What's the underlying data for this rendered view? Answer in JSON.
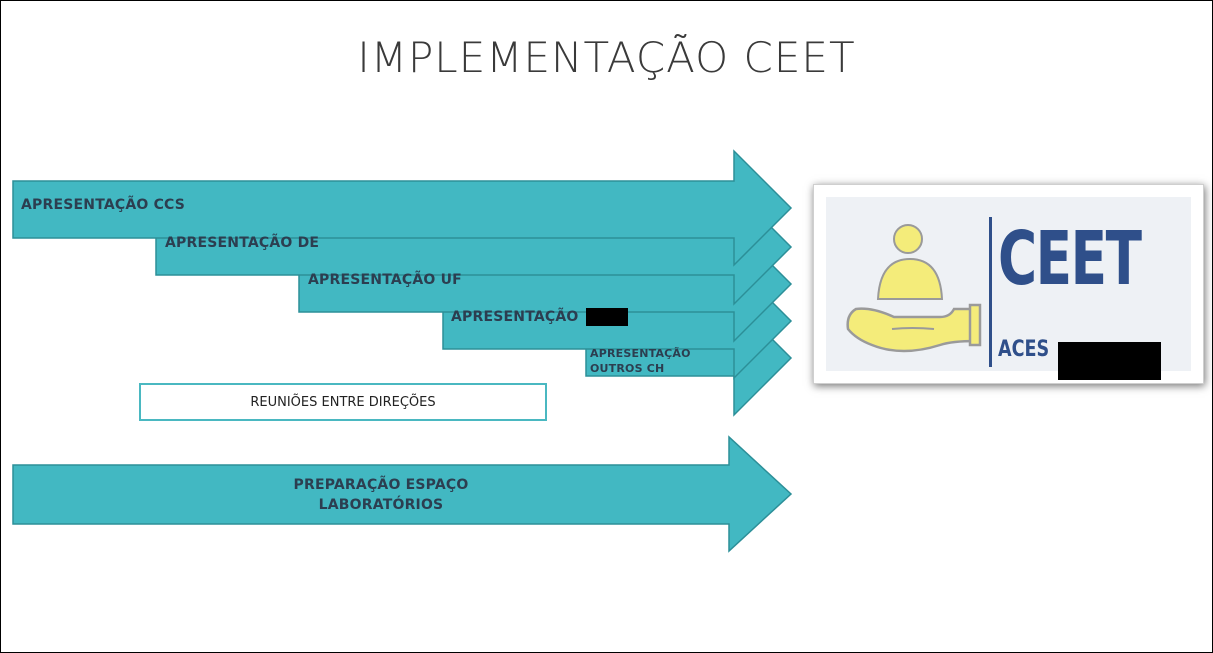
{
  "slide": {
    "title": "IMPLEMENTAÇÃO CEET"
  },
  "arrows": [
    {
      "label": "APRESENTAÇÃO CCS"
    },
    {
      "label": "APRESENTAÇÃO DE"
    },
    {
      "label": "APRESENTAÇÃO UF"
    },
    {
      "label": "APRESENTAÇÃO"
    },
    {
      "label_line1": "APRESENTAÇÃO",
      "label_line2": "OUTROS CH"
    }
  ],
  "meeting_box": {
    "label": "REUNIÕES ENTRE DIREÇÕES"
  },
  "prep_arrow": {
    "label_line1": "PREPARAÇÃO ESPAÇO",
    "label_line2": "LABORATÓRIOS"
  },
  "logo": {
    "wordmark": "CEET",
    "subtext": "ACES",
    "colors": {
      "text": "#2f4f8a",
      "hand": "#f4ec7a"
    }
  },
  "colors": {
    "arrow_fill": "#42b8c2",
    "arrow_stroke": "#2c8f98"
  }
}
